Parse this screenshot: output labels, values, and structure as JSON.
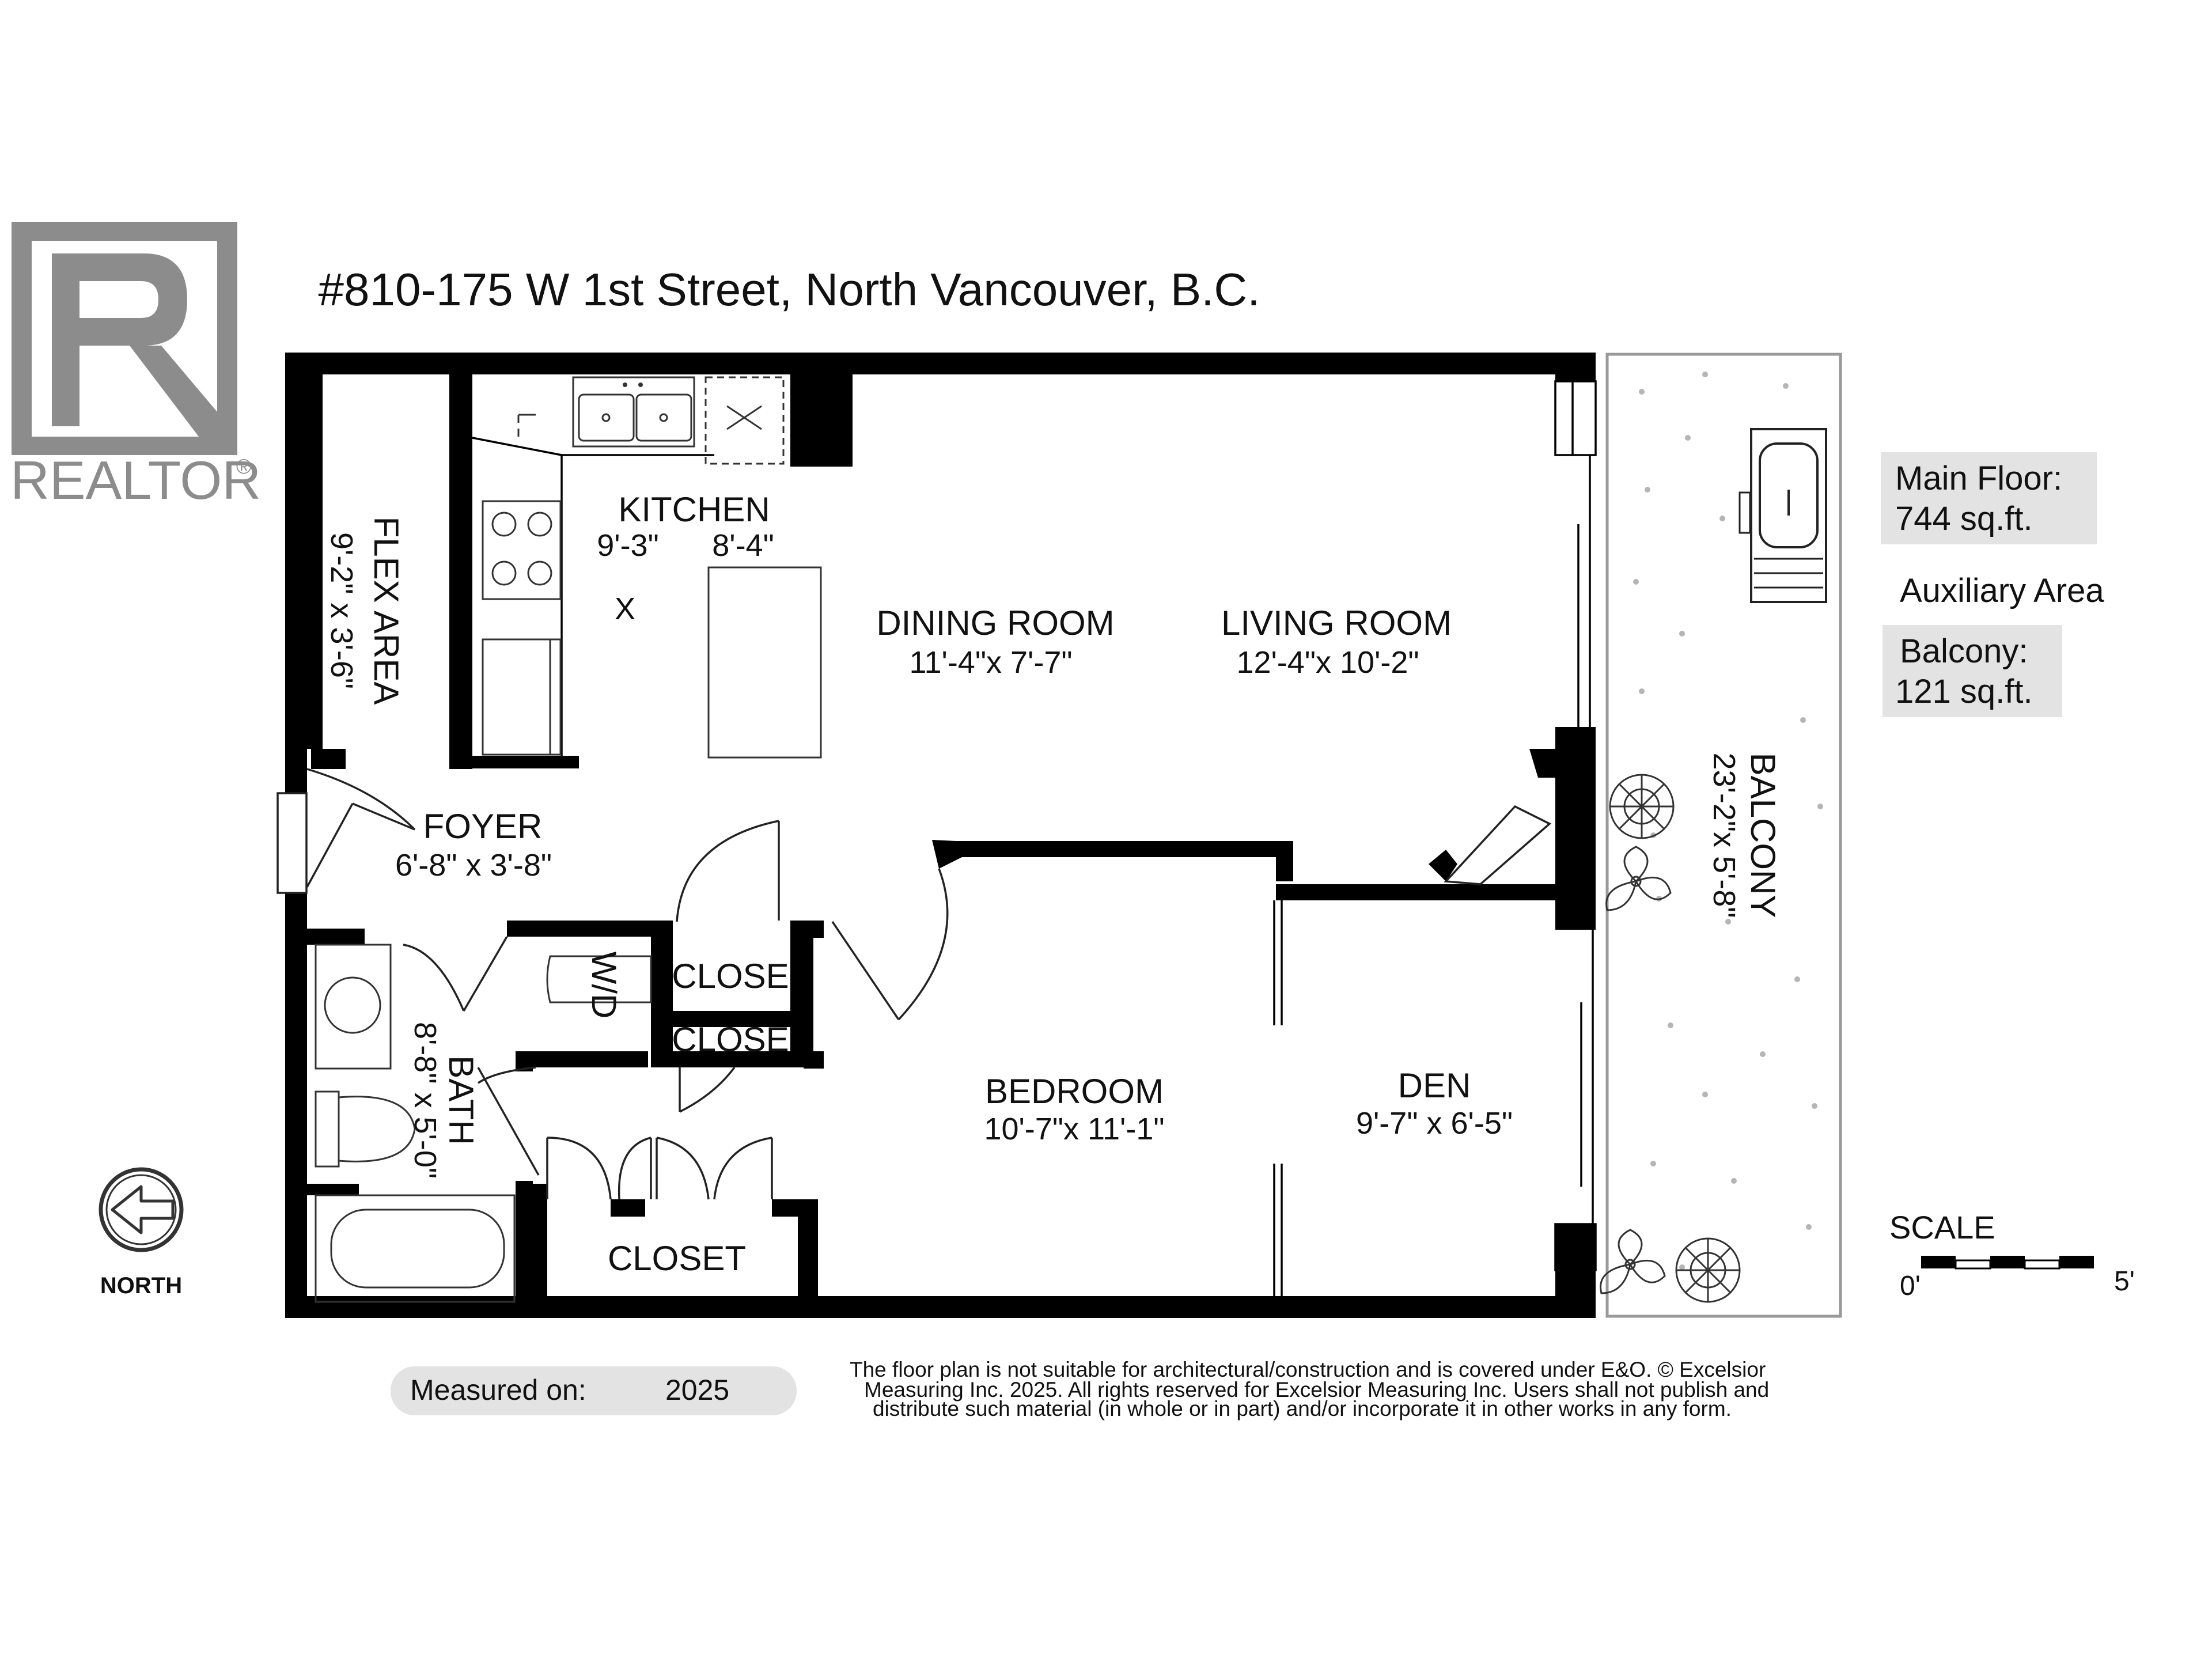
{
  "realtor_logo": {
    "letter": "R",
    "wordmark": "REALTOR",
    "mark": "®"
  },
  "address": "#810-175 W 1st Street, North Vancouver, B.C.",
  "rooms": {
    "flex_area": {
      "name": "FLEX AREA",
      "dims": "9'-2\" x 3'-6\""
    },
    "kitchen": {
      "name": "KITCHEN",
      "dim_a": "9'-3\"",
      "dim_b": "8'-4\""
    },
    "dining_room": {
      "name": "DINING ROOM",
      "dims": "11'-4\"x 7'-7\""
    },
    "living_room": {
      "name": "LIVING ROOM",
      "dims": "12'-4\"x 10'-2\""
    },
    "foyer": {
      "name": "FOYER",
      "dims": "6'-8\" x 3'-8\""
    },
    "bath": {
      "name": "BATH",
      "dims": "8'-8\" x 5'-0\""
    },
    "wd": {
      "name": "W/D"
    },
    "close_1": {
      "name": "CLOSE"
    },
    "close_2": {
      "name": "CLOSE"
    },
    "closet": {
      "name": "CLOSET"
    },
    "bedroom": {
      "name": "BEDROOM",
      "dims": "10'-7\"x 11'-1\""
    },
    "den": {
      "name": "DEN",
      "dims": "9'-7\" x 6'-5\""
    },
    "balcony": {
      "name": "BALCONY",
      "dims": "23'-2\"x 5'-8\""
    }
  },
  "kitchen_marker": "X",
  "area_info": {
    "main_floor_label": "Main Floor:",
    "main_floor_value": "744 sq.ft.",
    "auxiliary_label": "Auxiliary Area",
    "balcony_label": "Balcony:",
    "balcony_value": "121 sq.ft."
  },
  "compass": {
    "label": "NORTH",
    "icon": "arrow-left-circle-icon"
  },
  "scale": {
    "label": "SCALE",
    "start": "0'",
    "end": "5'"
  },
  "measured": {
    "label": "Measured on:",
    "year": "2025"
  },
  "disclaimer": {
    "line1": "The floor plan is not suitable for architectural/construction and is covered under E&O. © Excelsior",
    "line2": "Measuring Inc. 2025. All rights reserved for Excelsior Measuring Inc. Users shall not publish and",
    "line3": "distribute such material (in whole or in part) and/or incorporate it in other works in any form."
  },
  "colors": {
    "wall": "#000000",
    "info_box": "#e3e3e3",
    "logo_gray": "#8c8c8c",
    "balcony_fill": "#ffffff"
  }
}
